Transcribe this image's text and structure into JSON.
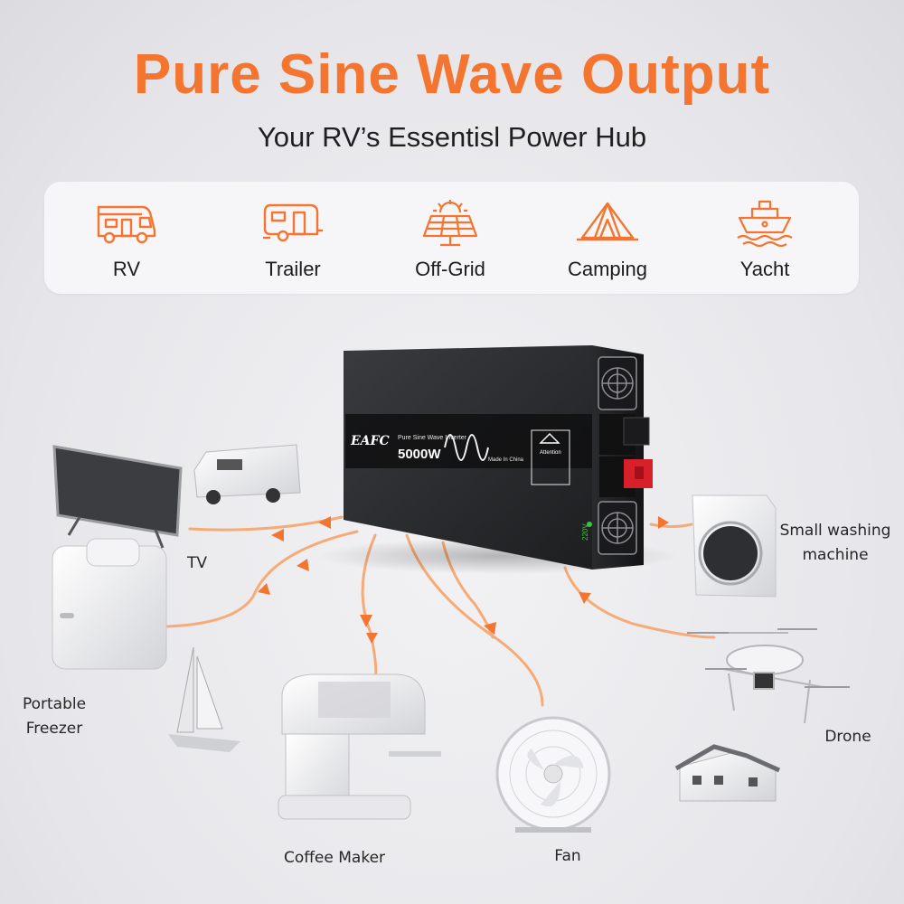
{
  "header": {
    "title": "Pure Sine Wave Output",
    "subtitle": "Your RV’s Essentisl Power Hub"
  },
  "uses": [
    {
      "label": "RV",
      "icon": "rv-icon"
    },
    {
      "label": "Trailer",
      "icon": "trailer-icon"
    },
    {
      "label": "Off-Grid",
      "icon": "solar-panel-icon"
    },
    {
      "label": "Camping",
      "icon": "tent-icon"
    },
    {
      "label": "Yacht",
      "icon": "yacht-icon"
    }
  ],
  "inverter": {
    "brand": "EAFC",
    "model_line": "Pure Sine Wave Inverter",
    "wattage": "5000W",
    "origin": "Made In China",
    "warning_title": "Attention",
    "voltage": "220V"
  },
  "devices": {
    "tv": "TV",
    "washer_line1": "Small washing",
    "washer_line2": "machine",
    "freezer_line1": "Portable",
    "freezer_line2": "Freezer",
    "drone": "Drone",
    "coffee": "Coffee Maker",
    "fan": "Fan"
  },
  "colors": {
    "accent": "#f47530",
    "text": "#1f1f1f",
    "panel": "#f6f6f8"
  }
}
